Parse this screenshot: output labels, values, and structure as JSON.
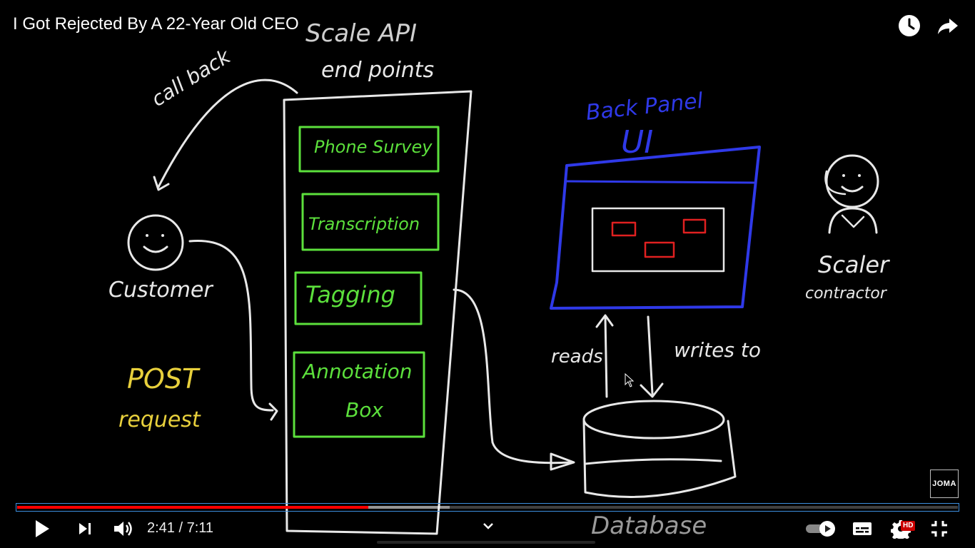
{
  "video": {
    "title": "I Got Rejected By A 22-Year Old CEO",
    "watermark": "JOMA"
  },
  "sketch": {
    "top_label_line1": "Scale API",
    "top_label_line2": "end points",
    "callback_label": "call back",
    "customer_label": "Customer",
    "post_label_line1": "POST",
    "post_label_line2": "request",
    "endpoints": [
      "Phone Survey",
      "Transcription",
      "Tagging",
      "Annotation",
      "Box"
    ],
    "panel_title_line1": "Back Panel",
    "panel_title_line2": "UI",
    "read_label": "reads",
    "writes_label": "writes to",
    "database_label": "Database",
    "scaler_line1": "Scaler",
    "scaler_line2": "contractor",
    "colors": {
      "chalk": "#e8e8e8",
      "green": "#5ce03c",
      "blue": "#2f39e8",
      "red": "#e02020",
      "yellow": "#e8d03c"
    }
  },
  "controls": {
    "current_time": "2:41",
    "duration": "7:11",
    "time_text": "2:41 / 7:11",
    "played_fraction": 0.373,
    "loaded_fraction": 0.46,
    "hd_badge": "HD",
    "icons": {
      "play": "play-icon",
      "next": "next-icon",
      "volume": "volume-icon",
      "chapters": "chevron-down-icon",
      "autoplay": "autoplay-toggle-icon",
      "captions": "captions-icon",
      "settings": "gear-icon",
      "fullscreen": "exit-fullscreen-icon",
      "watch_later": "clock-icon",
      "share": "share-icon"
    }
  }
}
